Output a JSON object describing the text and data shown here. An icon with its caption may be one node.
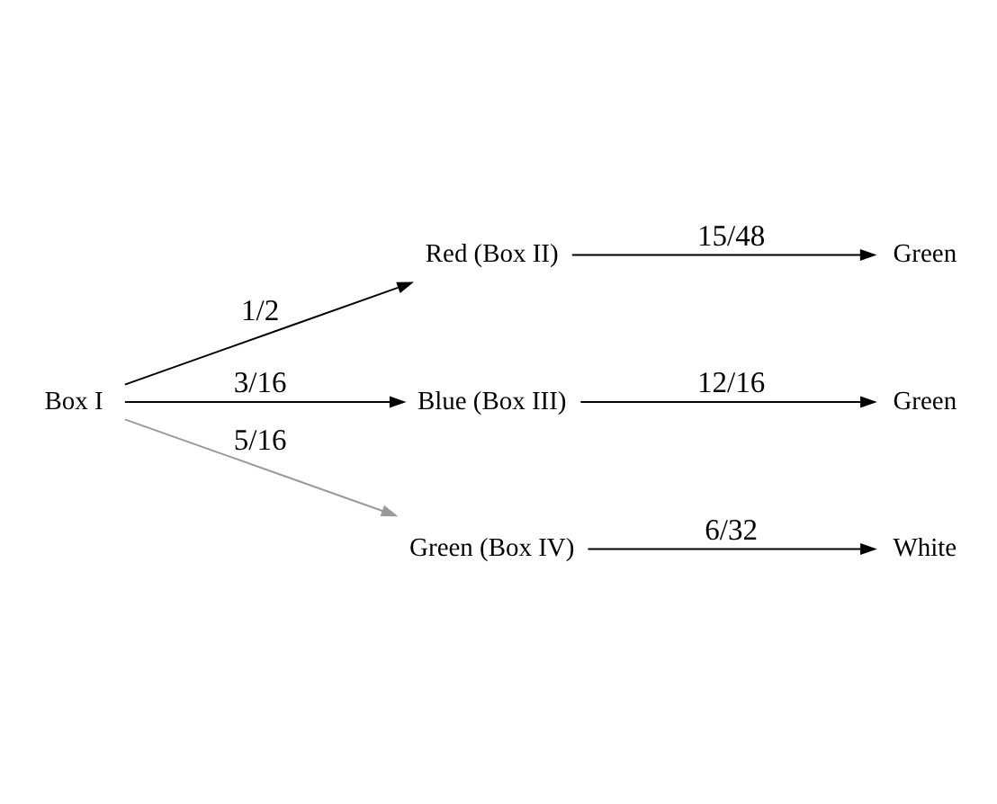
{
  "diagram": {
    "nodes": [
      {
        "text": [
          "Box I"
        ]
      },
      {
        "text": [
          "Red (Box II)"
        ]
      },
      {
        "text": [
          "Green"
        ]
      },
      {
        "text": [
          "Blue (Box III)"
        ]
      },
      {
        "text": [
          "Green"
        ]
      },
      {
        "text": [
          "Green (Box IV)"
        ]
      },
      {
        "text": [
          "White"
        ]
      }
    ],
    "edges": [
      {
        "from": 0,
        "to": 1,
        "arrow": "to",
        "label": "1/2"
      },
      {
        "from": 0,
        "to": 3,
        "arrow": "to",
        "label": "3/16"
      },
      {
        "from": 0,
        "to": 5,
        "arrow": "to",
        "label": "5/16",
        "color": "#9a9a9a"
      },
      {
        "from": 1,
        "to": 2,
        "arrow": "to",
        "label": "15/48"
      },
      {
        "from": 3,
        "to": 4,
        "arrow": "to",
        "label": "12/16"
      },
      {
        "from": 5,
        "to": 6,
        "arrow": "to",
        "label": "6/32"
      }
    ]
  }
}
